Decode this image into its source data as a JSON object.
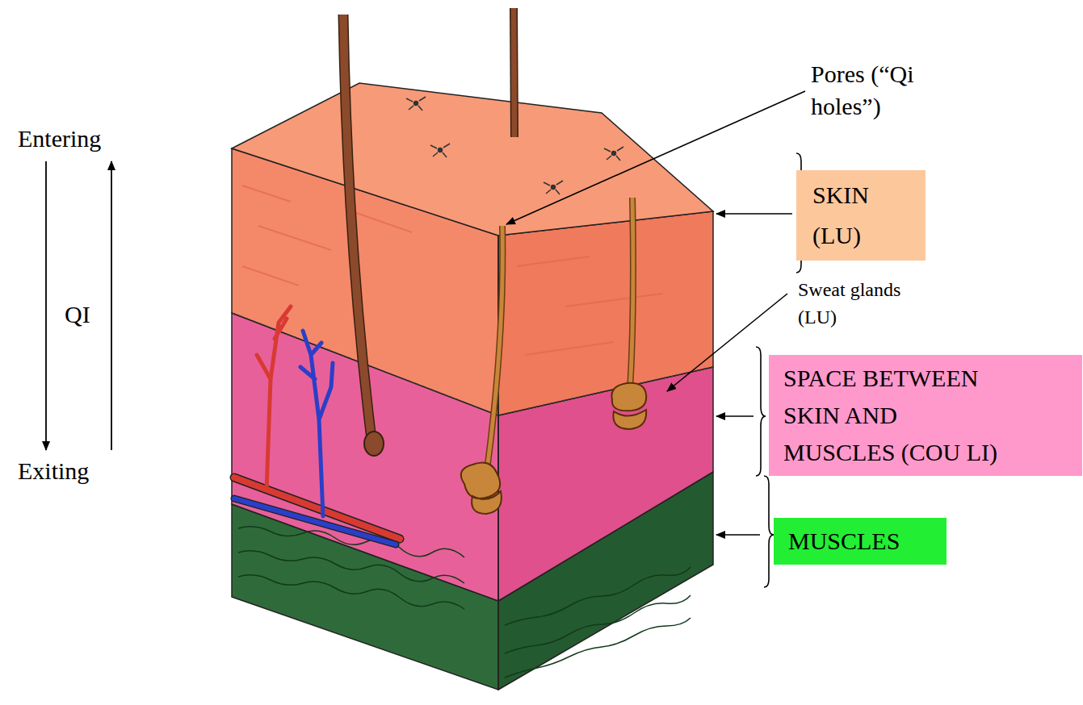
{
  "diagram": {
    "nodes": [
      {
        "text": [
          "SKIN (LU)"
        ]
      },
      {
        "text": [
          "SPACE BETWEEN SKIN AND MUSCLES (COU LI)"
        ]
      },
      {
        "text": [
          "MUSCLES"
        ]
      }
    ],
    "labels": [
      "Pores (“Qi holes”)",
      "Entering",
      "QI",
      "Sweat glands (LU)",
      "Exiting"
    ]
  }
}
